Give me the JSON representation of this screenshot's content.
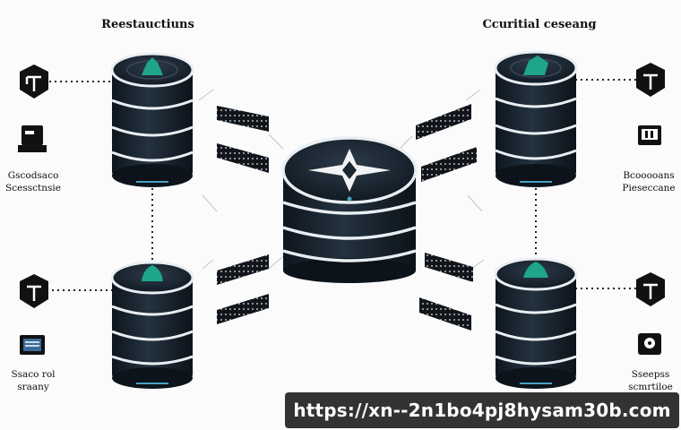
{
  "labels": {
    "top_left_title": "Reestauctiuns",
    "top_right_title": "Ccuritial ceseang",
    "left_top_caption_1": "Gscodsaco",
    "left_top_caption_2": "Scessctnsie",
    "left_bottom_caption_1": "Ssaco rol",
    "left_bottom_caption_2": "sraany",
    "right_top_caption_1": "Bcooooans",
    "right_top_caption_2": "Pieseccane",
    "right_bottom_caption_1": "Sseepss",
    "right_bottom_caption_2": "scmrtiloe"
  },
  "banner": {
    "url": "https://xn--2n1bo4pj8hysam30b.com"
  },
  "colors": {
    "db_body": "#1b2632",
    "db_ring": "#e9eef2",
    "db_accent": "#1fa58a",
    "line": "#222222",
    "banner_bg": "#333333"
  },
  "icons": {
    "left_top_device": "tower-icon",
    "left_top_node": "terminal-icon",
    "left_bottom_device": "tower-icon",
    "left_bottom_node": "monitor-icon",
    "right_top_device": "tower-icon",
    "right_top_node": "server-box-icon",
    "right_bottom_device": "tower-icon",
    "right_bottom_node": "disk-icon",
    "center_hub": "compass-star-icon"
  }
}
